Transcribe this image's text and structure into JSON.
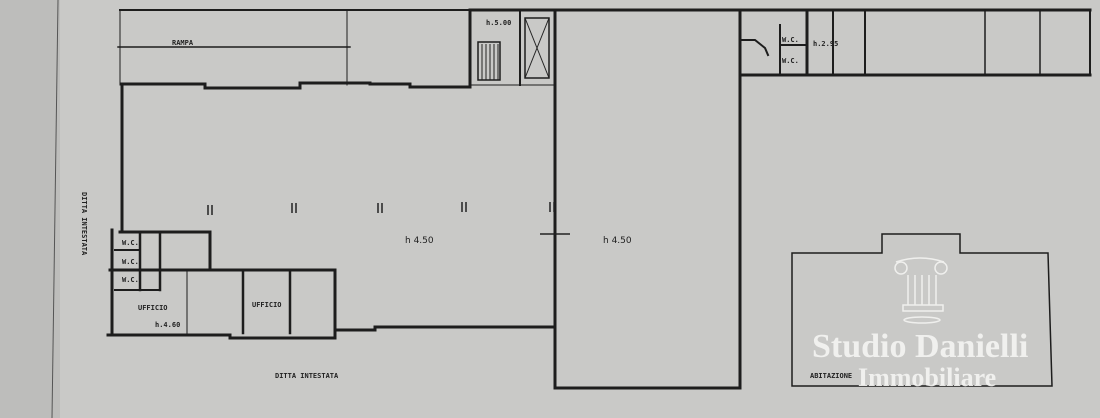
{
  "plan": {
    "ramp_label": "RAMPA",
    "stair_height": "h.5.00",
    "wing_height": "h.2.95",
    "wc_labels": [
      "W.C.",
      "W.C.",
      "W.C.",
      "W.C.",
      "W.C."
    ],
    "office_labels": [
      "UFFICIO",
      "UFFICIO"
    ],
    "office_height": "h.4.60",
    "hall_height_left": "h 4.50",
    "hall_height_center": "h 4.50",
    "neighbor_left": "DITTA INTESTATA",
    "neighbor_bottom": "DITTA INTESTATA",
    "residence_label": "ABITAZIONE"
  },
  "watermark": {
    "name": "Studio Danielli",
    "subtitle": "Immobiliare"
  }
}
